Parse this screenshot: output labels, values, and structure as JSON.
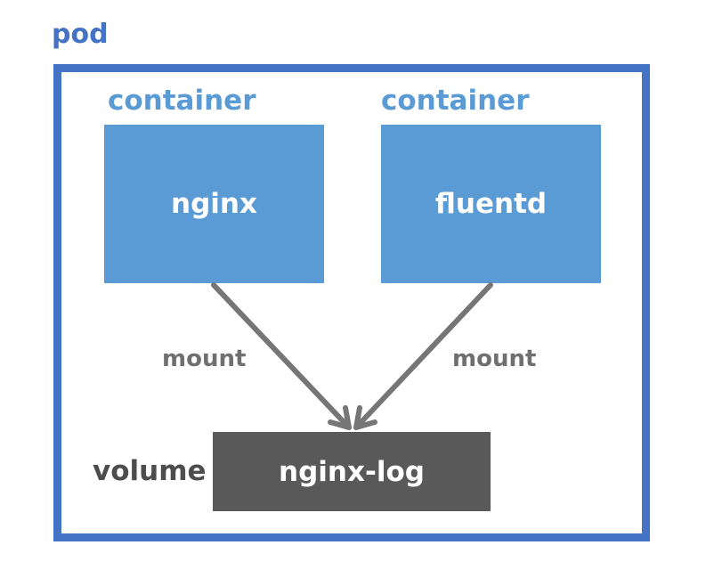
{
  "pod": {
    "label": "pod"
  },
  "containers": [
    {
      "label": "container",
      "name": "nginx"
    },
    {
      "label": "container",
      "name": "fluentd"
    }
  ],
  "mounts": [
    {
      "label": "mount"
    },
    {
      "label": "mount"
    }
  ],
  "volume": {
    "label": "volume",
    "name": "nginx-log"
  },
  "colors": {
    "pod_border": "#4472c4",
    "container_fill": "#5b9bd5",
    "volume_fill": "#595959",
    "arrow": "#767676",
    "mount_text": "#6f6f6f"
  }
}
